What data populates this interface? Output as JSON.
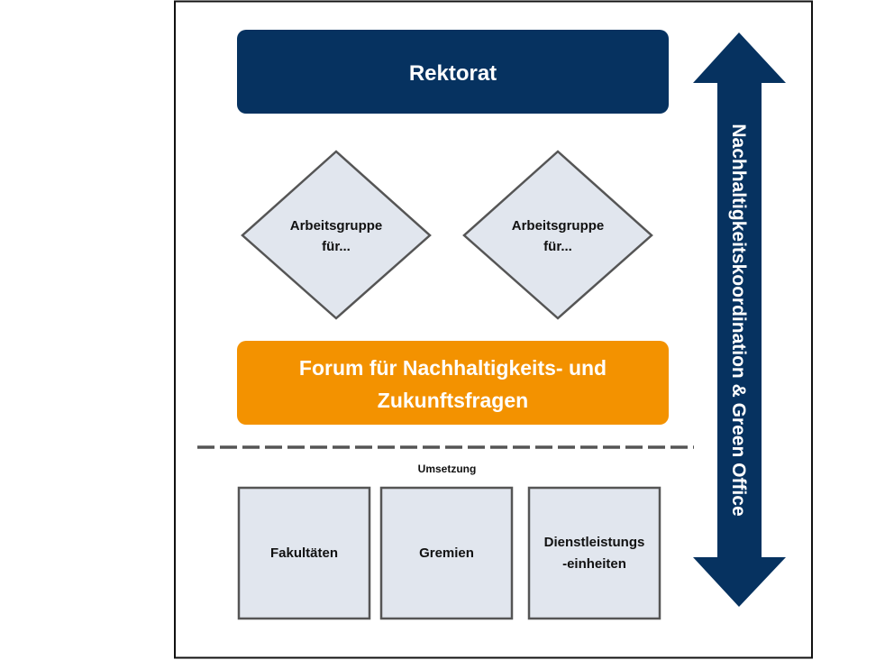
{
  "colors": {
    "navy": "#063260",
    "orange": "#F39200",
    "box_fill": "#E1E6EE",
    "box_border": "#555555"
  },
  "top": {
    "label": "Rektorat"
  },
  "working_groups": [
    {
      "lines": [
        "Arbeitsgruppe",
        "für..."
      ]
    },
    {
      "lines": [
        "Arbeitsgruppe",
        "für..."
      ]
    }
  ],
  "forum": {
    "lines": [
      "Forum für Nachhaltigkeits- und",
      "Zukunftsfragen"
    ]
  },
  "implementation": {
    "label": "Umsetzung",
    "units": [
      {
        "lines": [
          "Fakultäten"
        ]
      },
      {
        "lines": [
          "Gremien"
        ]
      },
      {
        "lines": [
          "Dienstleistungs",
          "-einheiten"
        ]
      }
    ]
  },
  "side_arrow": {
    "label": "Nachhaltigkeitskoordination & Green Office",
    "direction": "bidirectional"
  }
}
